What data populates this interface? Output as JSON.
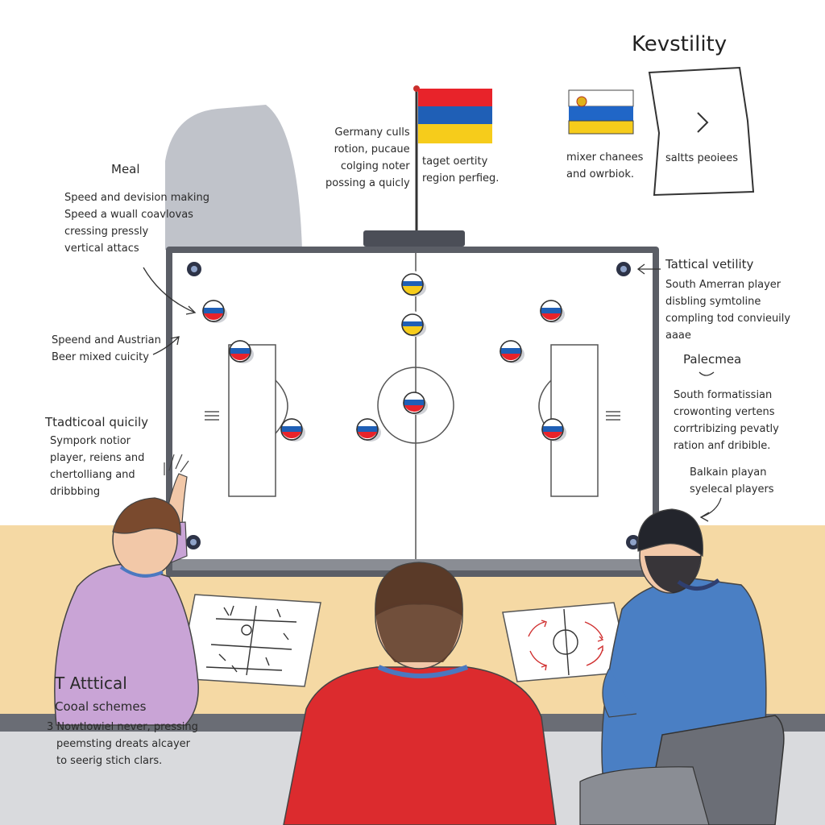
{
  "header": {
    "title": "Kevstility"
  },
  "notes": {
    "meal": {
      "heading": "Meal",
      "lines": [
        "Speed and devision making",
        "Speed a wuall coavlovas",
        "cressing pressly",
        "vertical attacs"
      ]
    },
    "germany": {
      "lines": [
        "Germany culls",
        "rotion, pucaue",
        "colging noter",
        "possing a quicly"
      ]
    },
    "target": {
      "lines": [
        "taget oertity",
        "region perfieg."
      ]
    },
    "mixer": {
      "lines": [
        "mixer chanees",
        "and owrbiok."
      ]
    },
    "salts": {
      "lines": [
        "saltts peoiees"
      ]
    },
    "tactical_vetility": {
      "heading": "Tattical vetility",
      "lines": [
        "South Amerran player",
        "disbling symtoline",
        "compling tod convieuily",
        "aaae"
      ]
    },
    "speend": {
      "lines": [
        "Speend and Austrian",
        "Beer mixed cuicity"
      ]
    },
    "palecmea": {
      "heading": "Palecmea"
    },
    "south_formation": {
      "lines": [
        "South formatissian",
        "crowonting vertens",
        "corrtribizing pevatly",
        "ration anf dribible."
      ]
    },
    "ttadticoal": {
      "heading": "Ttadticoal quicily",
      "lines": [
        "Sympork notior",
        "player, reiens and",
        "chertolliang and",
        "dribbbing"
      ]
    },
    "balkain": {
      "lines": [
        "Balkain playan",
        "syelecal players"
      ]
    },
    "attical": {
      "heading": "T Atttical",
      "sub": "Cooal schemes",
      "lines": [
        "3 Nowtlowiel never, pressing",
        "peemsting dreats alcayer",
        "to seerig stich clars."
      ]
    }
  },
  "colors": {
    "flag_red": "#e8232a",
    "flag_blue": "#1f5fb6",
    "flag_yellow": "#f6cc1b",
    "desk": "#f5d9a4",
    "shirt_red": "#dc2b2e",
    "shirt_purple": "#c9a4d6",
    "shirt_blue": "#4a7fc4"
  }
}
